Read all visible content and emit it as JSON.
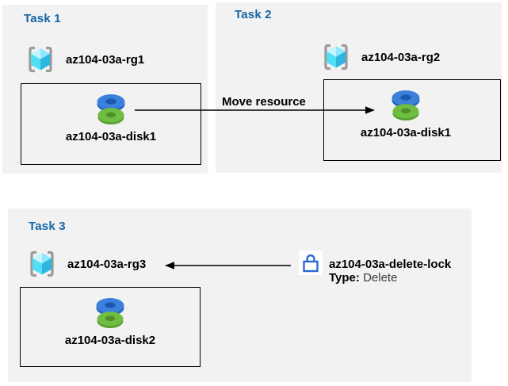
{
  "panels": [
    {
      "title": "Task 1",
      "resource_group": "az104-03a-rg1",
      "resource": "az104-03a-disk1"
    },
    {
      "title": "Task 2",
      "resource_group": "az104-03a-rg2",
      "resource": "az104-03a-disk1"
    },
    {
      "title": "Task 3",
      "resource_group": "az104-03a-rg3",
      "resource": "az104-03a-disk2"
    }
  ],
  "move_arrow": {
    "label": "Move resource",
    "direction": "right"
  },
  "delete_lock": {
    "name": "az104-03a-delete-lock",
    "type_label": "Type:",
    "type_value": "Delete",
    "arrow_direction": "left"
  },
  "icons": {
    "resource_group": "azure-resource-group-icon",
    "disk": "azure-managed-disk-icon",
    "lock": "lock-icon"
  },
  "colors": {
    "panel_bg": "#F2F2F2",
    "title": "#1464A5",
    "arrow": "#000000",
    "lock_stroke": "#2A6AD0",
    "bracket": "#9A9A9A",
    "cube_light": "#C4F4FF",
    "cube_mid": "#8FE8FF",
    "cube_base": "#50DFF5",
    "cube_dark": "#2EB5E0",
    "disk_blue": "#3B80DC",
    "disk_blue_dark": "#2365C0",
    "disk_hole_blue": "#1B59AE",
    "disk_green": "#70BE41",
    "disk_green_dark": "#57A02F",
    "disk_hole_green": "#4F9128"
  }
}
